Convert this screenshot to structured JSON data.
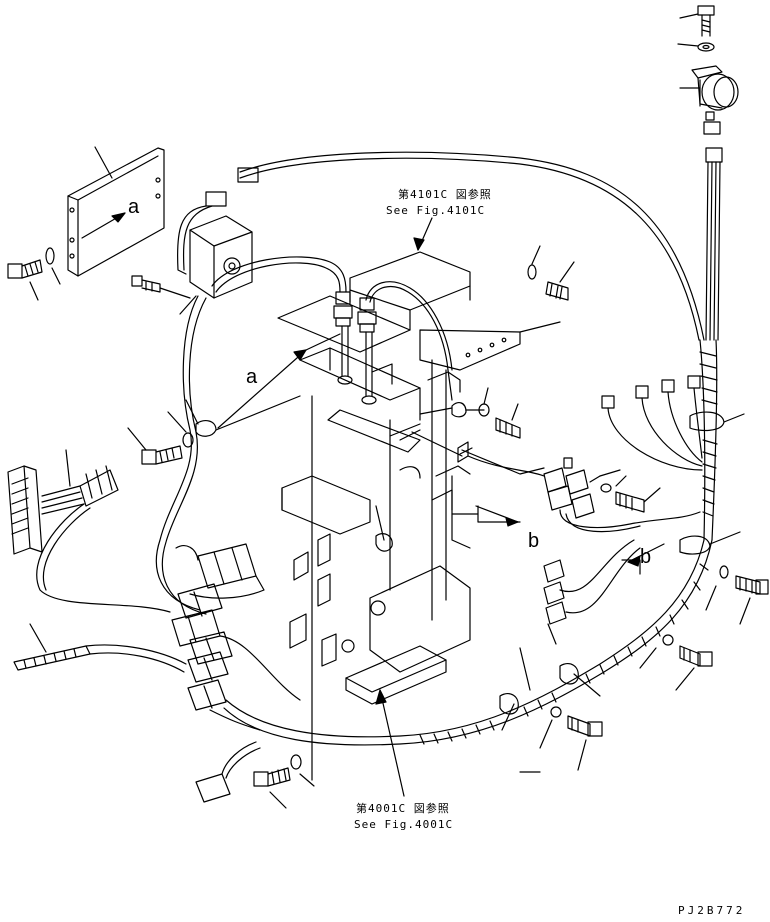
{
  "references": {
    "upper_jp": "第4101C 図参照",
    "upper_en": "See Fig.4101C",
    "lower_jp": "第4001C 図参照",
    "lower_en": "See Fig.4001C"
  },
  "view_markers": {
    "a_arrow_label": "a",
    "a_section_label": "a",
    "b_arrow_label": "b",
    "b_section_label": "b"
  },
  "drawing_code": "PJ2B772"
}
